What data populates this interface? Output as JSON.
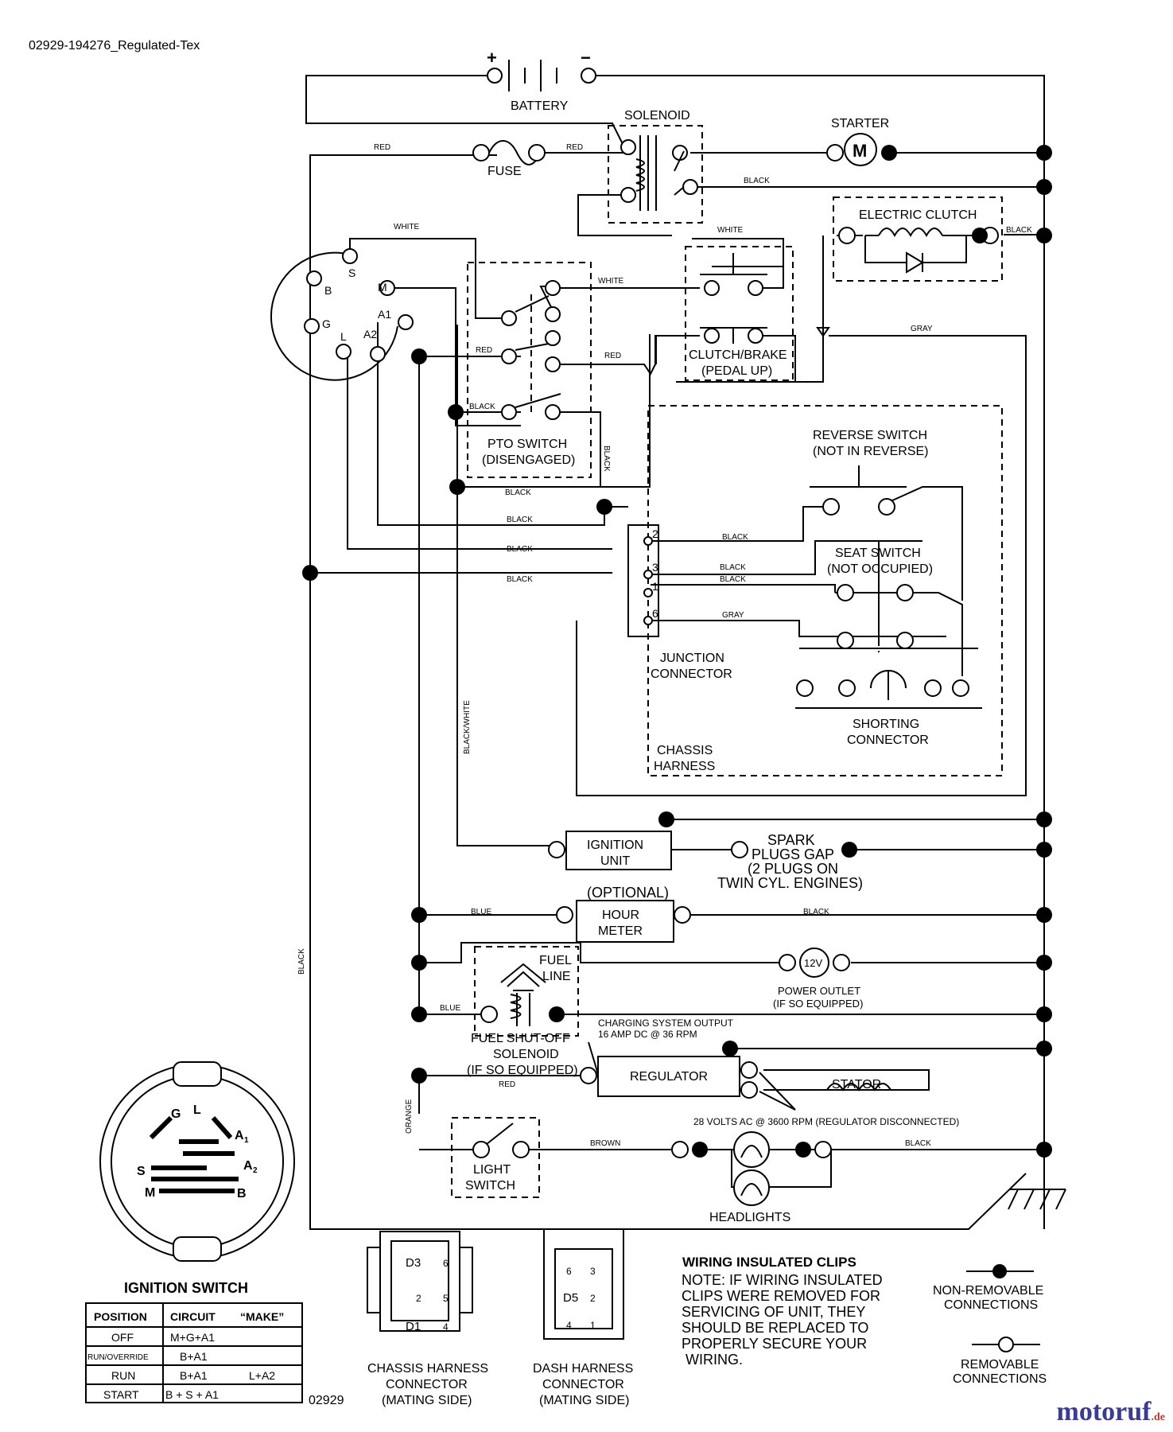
{
  "header_code": "02929-194276_Regulated-Tex",
  "footer_code": "02929",
  "components": {
    "battery": "BATTERY",
    "battery_plus": "+",
    "battery_minus": "−",
    "solenoid": "SOLENOID",
    "starter": "STARTER",
    "starter_symbol": "M",
    "fuse": "FUSE",
    "electric_clutch": "ELECTRIC CLUTCH",
    "clutch_brake_1": "CLUTCH/BRAKE",
    "clutch_brake_2": "(PEDAL UP)",
    "pto_switch_1": "PTO SWITCH",
    "pto_switch_2": "(DISENGAGED)",
    "reverse_switch_1": "REVERSE SWITCH",
    "reverse_switch_2": "(NOT IN REVERSE)",
    "seat_switch_1": "SEAT SWITCH",
    "seat_switch_2": "(NOT OCCUPIED)",
    "junction_1": "JUNCTION",
    "junction_2": "CONNECTOR",
    "shorting_1": "SHORTING",
    "shorting_2": "CONNECTOR",
    "chassis_harness_1": "CHASSIS",
    "chassis_harness_2": "HARNESS",
    "ignition_unit_1": "IGNITION",
    "ignition_unit_2": "UNIT",
    "spark_1": "SPARK",
    "spark_2": "PLUGS GAP",
    "spark_3": "(2 PLUGS ON",
    "spark_4": "TWIN CYL. ENGINES)",
    "optional": "(OPTIONAL)",
    "hour_meter_1": "HOUR",
    "hour_meter_2": "METER",
    "fuel_line_1": "FUEL",
    "fuel_line_2": "LINE",
    "power_outlet_symbol": "12V",
    "power_outlet_1": "POWER OUTLET",
    "power_outlet_2": "(IF SO EQUIPPED)",
    "fuel_solenoid_1": "FUEL SHUT-OFF",
    "fuel_solenoid_2": "SOLENOID",
    "fuel_solenoid_3": "(IF SO EQUIPPED)",
    "charging_1": "CHARGING SYSTEM OUTPUT",
    "charging_2": "16 AMP DC @ 36 RPM",
    "regulator": "REGULATOR",
    "stator": "STATOR",
    "stator_volts": "28 VOLTS AC @ 3600 RPM (REGULATOR DISCONNECTED)",
    "light_switch_1": "LIGHT",
    "light_switch_2": "SWITCH",
    "headlights": "HEADLIGHTS"
  },
  "wires": {
    "red": "RED",
    "black": "BLACK",
    "white": "WHITE",
    "gray": "GRAY",
    "blue": "BLUE",
    "brown": "BROWN",
    "orange": "ORANGE",
    "black_white": "BLACK/WHITE"
  },
  "ignition_terminals": {
    "S": "S",
    "B": "B",
    "M": "M",
    "A1": "A1",
    "G": "G",
    "L": "L",
    "A2": "A2"
  },
  "junction_pins": [
    "2",
    "3",
    "1",
    "6"
  ],
  "ignition_switch": {
    "title": "IGNITION SWITCH",
    "face_labels": {
      "G": "G",
      "L": "L",
      "A1": "A",
      "A1sub": "1",
      "A2": "A",
      "A2sub": "2",
      "S": "S",
      "M": "M",
      "B": "B"
    },
    "headers": [
      "POSITION",
      "CIRCUIT",
      "“MAKE”"
    ],
    "rows": [
      {
        "position": "OFF",
        "circuit": "M+G+A1",
        "make": ""
      },
      {
        "position": "RUN/OVERRIDE",
        "circuit": "B+A1",
        "make": ""
      },
      {
        "position": "RUN",
        "circuit": "B+A1",
        "make": "L+A2"
      },
      {
        "position": "START",
        "circuit": "B + S + A1",
        "make": ""
      }
    ]
  },
  "connectors": {
    "chassis": {
      "title_1": "CHASSIS HARNESS",
      "title_2": "CONNECTOR",
      "title_3": "(MATING SIDE)",
      "pins": [
        "D3",
        "6",
        "2",
        "5",
        "D1",
        "4"
      ]
    },
    "dash": {
      "title_1": "DASH HARNESS",
      "title_2": "CONNECTOR",
      "title_3": "(MATING SIDE)",
      "pins": [
        "6",
        "3",
        "D5",
        "2",
        "4",
        "1"
      ]
    }
  },
  "notes": {
    "title": "WIRING INSULATED CLIPS",
    "lines": [
      "NOTE: IF WIRING INSULATED",
      "CLIPS WERE REMOVED FOR",
      "SERVICING OF UNIT, THEY",
      "SHOULD BE REPLACED TO",
      "PROPERLY SECURE YOUR",
      "WIRING."
    ]
  },
  "legend": {
    "non_removable_1": "NON-REMOVABLE",
    "non_removable_2": "CONNECTIONS",
    "removable_1": "REMOVABLE",
    "removable_2": "CONNECTIONS"
  },
  "watermark": {
    "brand": "motoruf",
    "domain": ".de"
  }
}
